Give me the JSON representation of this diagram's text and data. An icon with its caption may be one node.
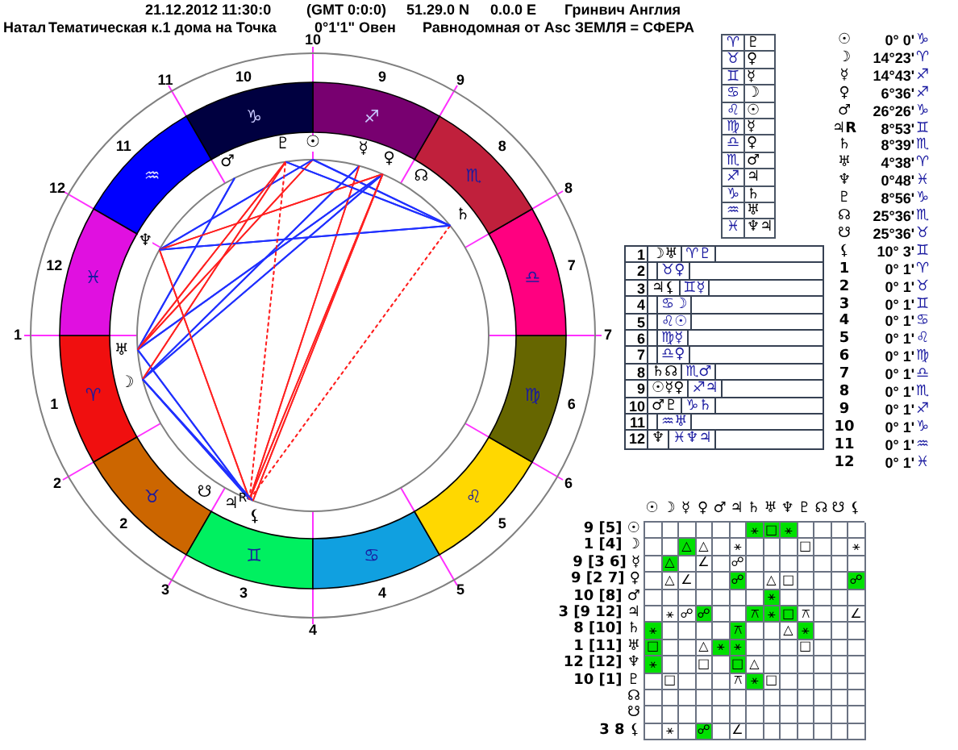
{
  "diagram": {
    "nodes": [
      {
        "text": [
          "♈"
        ]
      },
      {
        "text": [
          "♉"
        ]
      },
      {
        "text": [
          "♊"
        ]
      },
      {
        "text": [
          "♋"
        ]
      },
      {
        "text": [
          "♌"
        ]
      },
      {
        "text": [
          "♍"
        ]
      },
      {
        "text": [
          "♎"
        ]
      },
      {
        "text": [
          "♏"
        ]
      },
      {
        "text": [
          "♐"
        ]
      },
      {
        "text": [
          "♑"
        ]
      },
      {
        "text": [
          "♒"
        ]
      },
      {
        "text": [
          "♓"
        ]
      }
    ],
    "labels": [
      "21.12.2012 11:30:0",
      "(GMT 0:0:0)",
      "51.29.0 N",
      "0.0.0 E",
      "Гринвич Англия",
      "Натал",
      "Тематическая к.1 дома на Точка",
      "0°1'1\" Овен",
      "Равнодомная от Asc ЗЕМЛЯ = СФЕРА",
      "10",
      "11",
      "9",
      "12",
      "8",
      "1",
      "7",
      "2",
      "6",
      "3",
      "5",
      "4",
      "10",
      "9",
      "11",
      "8",
      "12",
      "7",
      "1",
      "6",
      "2",
      "5",
      "3",
      "4",
      "♂",
      "♇",
      "☉",
      "☿",
      "♀",
      "☊",
      "♄",
      "♆",
      "♅",
      "☽",
      "☋",
      "♃$^{R}$",
      "⚸",
      "♈",
      "♇",
      "♉",
      "♀",
      "♊",
      "☿",
      "♋",
      "☽",
      "♌",
      "☉",
      "♍",
      "☿",
      "♎",
      "♀",
      "♏",
      "♂",
      "♐",
      "♃",
      "♑",
      "♄",
      "♒",
      "♅",
      "♓",
      "♆♃",
      "☉",
      "0° 0'",
      "♑",
      "☽",
      "14°23'",
      "♈",
      "☿",
      "14°43'",
      "♐",
      "♀",
      "6°36'",
      "♐",
      "♂",
      "26°26'",
      "♑",
      "♃R",
      "8°53'",
      "♊",
      "♄",
      "8°39'",
      "♏",
      "♅",
      "4°38'",
      "♈",
      "♆",
      "0°48'",
      "♓",
      "♇",
      "8°56'",
      "♑",
      "☊",
      "25°36'",
      "♏",
      "☋",
      "25°36'",
      "♉",
      "⚸",
      "10° 3'",
      "♊",
      "1",
      "0° 1'",
      "♈",
      "2",
      "0° 1'",
      "♉",
      "3",
      "0° 1'",
      "♊",
      "4",
      "0° 1'",
      "♋",
      "5",
      "0° 1'",
      "♌",
      "6",
      "0° 1'",
      "♍",
      "7",
      "0° 1'",
      "♎",
      "8",
      "0° 1'",
      "♏",
      "9",
      "0° 1'",
      "♐",
      "10",
      "0° 1'",
      "♑",
      "11",
      "0° 1'",
      "♒",
      "12",
      "0° 1'",
      "♓",
      "1",
      "☽♅",
      "♈♇",
      "2",
      "♉♀",
      "3",
      "♃⚸",
      "♊☿",
      "4",
      "♋☽",
      "5",
      "♌☉",
      "6",
      "♍☿",
      "7",
      "♎♀",
      "8",
      "♄☊",
      "♏♂",
      "9",
      "☉☿♀",
      "♐♃",
      "10",
      "♂♇",
      "♑♄",
      "11",
      "♒♅",
      "12",
      "♆",
      "♓♆♃",
      "☉",
      "☽",
      "☿",
      "♀",
      "♂",
      "♃",
      "♄",
      "♅",
      "♆",
      "♇",
      "☊",
      "☋",
      "⚸",
      "9 [5] ☉",
      "⚹",
      "□",
      "⚹",
      "1 [4] ☽",
      "△",
      "△",
      "⚹",
      "□",
      "⚹",
      "9 [3 6] ☿",
      "△",
      "∠",
      "☍",
      "9 [2 7] ♀",
      "△",
      "∠",
      "☍",
      "△",
      "□",
      "☍",
      "10 [8] ♂",
      "⚹",
      "3 [9 12] ♃",
      "⚹",
      "☍",
      "☍",
      "⚻",
      "⚹",
      "□",
      "⚻",
      "∠",
      "8 [10] ♄",
      "⚹",
      "⚻",
      "△",
      "⚹",
      "1 [11] ♅",
      "□",
      "△",
      "⚹",
      "⚹",
      "□",
      "12 [12] ♆",
      "⚹",
      "□",
      "□",
      "△",
      "10 [1] ♇",
      "□",
      "⚻",
      "⚹",
      "□",
      "☊",
      "☋",
      "3 8 ⚸",
      "⚹",
      "☍",
      "∠"
    ]
  }
}
